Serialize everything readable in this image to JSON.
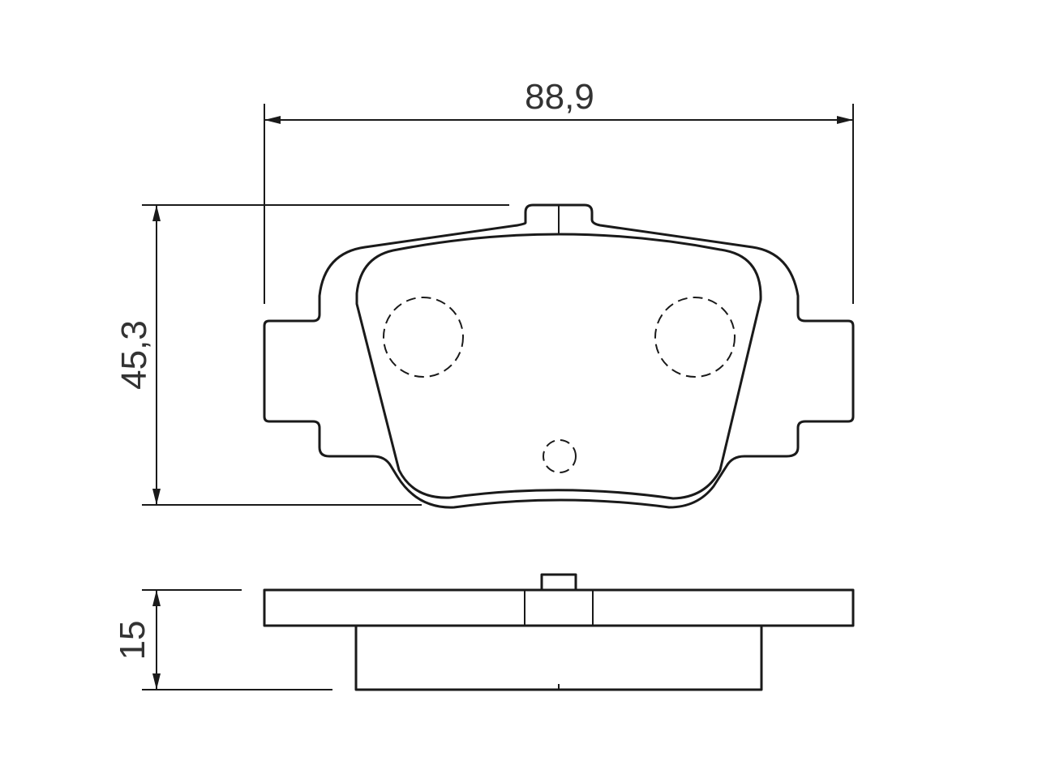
{
  "dimensions": {
    "width": "88,9",
    "height": "45,3",
    "thickness": "15"
  },
  "colors": {
    "line": "#1a1a1a",
    "text": "#333333",
    "background": "#ffffff"
  }
}
